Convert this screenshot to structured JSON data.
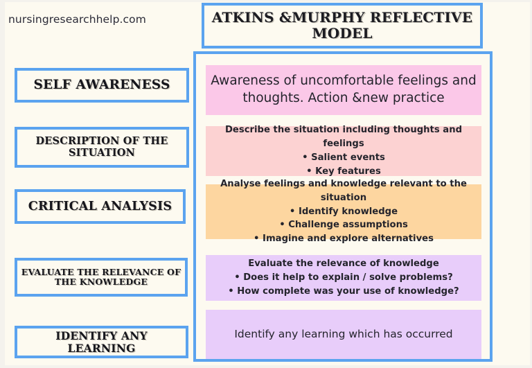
{
  "canvas": {
    "background_color": "#fdfaf0",
    "accent_border_color": "#5ba3ef"
  },
  "site_credit": "nursingresearchhelp.com",
  "title": "ATKINS &MURPHY REFLECTIVE MODEL",
  "stages": [
    {
      "label": "SELF AWARENESS"
    },
    {
      "label": "DESCRIPTION OF THE SITUATION"
    },
    {
      "label": "CRITICAL ANALYSIS"
    },
    {
      "label": "EVALUATE THE RELEVANCE OF THE KNOWLEDGE"
    },
    {
      "label": "IDENTIFY ANY LEARNING"
    }
  ],
  "content": [
    {
      "color": "#fbc8e8",
      "lines": [
        "Awareness of uncomfortable feelings and",
        "thoughts. Action &new practice"
      ]
    },
    {
      "color": "#fcd2d2",
      "lines": [
        "Describe the situation including thoughts and feelings",
        "• Salient events",
        "• Key features"
      ]
    },
    {
      "color": "#fdd6a0",
      "lines": [
        "Analyse feelings and knowledge relevant to the situation",
        "• Identify knowledge",
        "• Challenge assumptions",
        "• Imagine and explore alternatives"
      ]
    },
    {
      "color": "#e8cdfa",
      "lines": [
        "Evaluate the relevance of knowledge",
        "• Does it help to explain / solve problems?",
        "• How complete was your use of knowledge?"
      ]
    },
    {
      "color": "#e8cdfa",
      "lines": [
        "Identify any learning which has occurred"
      ]
    }
  ]
}
